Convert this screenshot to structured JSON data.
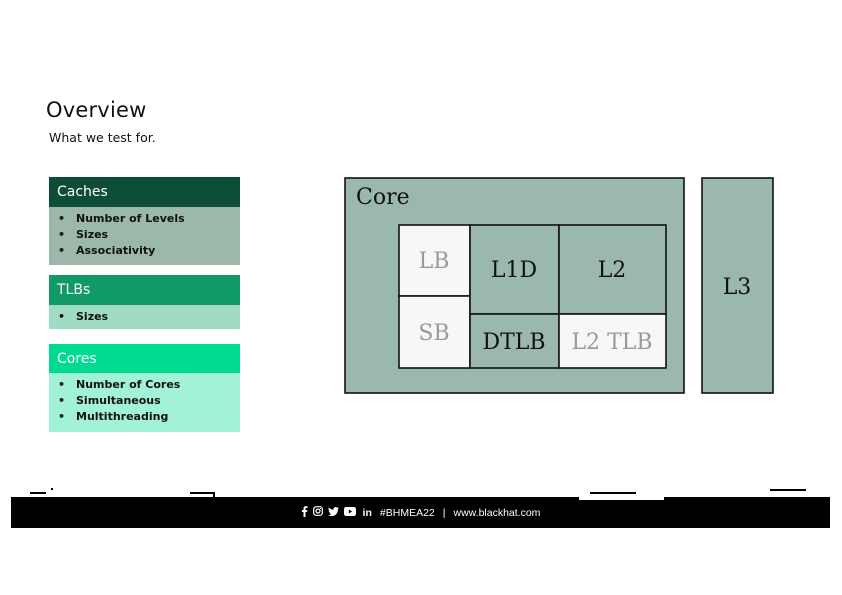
{
  "slide": {
    "title": "Overview",
    "subtitle": "What we test for."
  },
  "cards": [
    {
      "heading": "Caches",
      "head_color": "#0d4d38",
      "body_color": "#9bb8ab",
      "items": [
        "Number of Levels",
        "Sizes",
        "Associativity"
      ]
    },
    {
      "heading": "TLBs",
      "head_color": "#119a68",
      "body_color": "#a0dcc3",
      "items": [
        "Sizes"
      ]
    },
    {
      "heading": "Cores",
      "head_color": "#00db93",
      "body_color": "#a2f2d5",
      "items": [
        "Number of Cores",
        "Simultaneous",
        "Multithreading"
      ]
    }
  ],
  "diagram": {
    "core_label": "Core",
    "lb": "LB",
    "sb": "SB",
    "l1d": "L1D",
    "dtlb": "DTLB",
    "l2": "L2",
    "l2tlb": "L2 TLB",
    "l3": "L3",
    "fill_color": "#9ab8ab",
    "light_color": "#f7f7f7"
  },
  "footer": {
    "hashtag": "#BHMEA22",
    "separator": "|",
    "url": "www.blackhat.com",
    "social_icons": [
      "facebook-icon",
      "instagram-icon",
      "twitter-icon",
      "youtube-icon",
      "linkedin-icon"
    ]
  }
}
